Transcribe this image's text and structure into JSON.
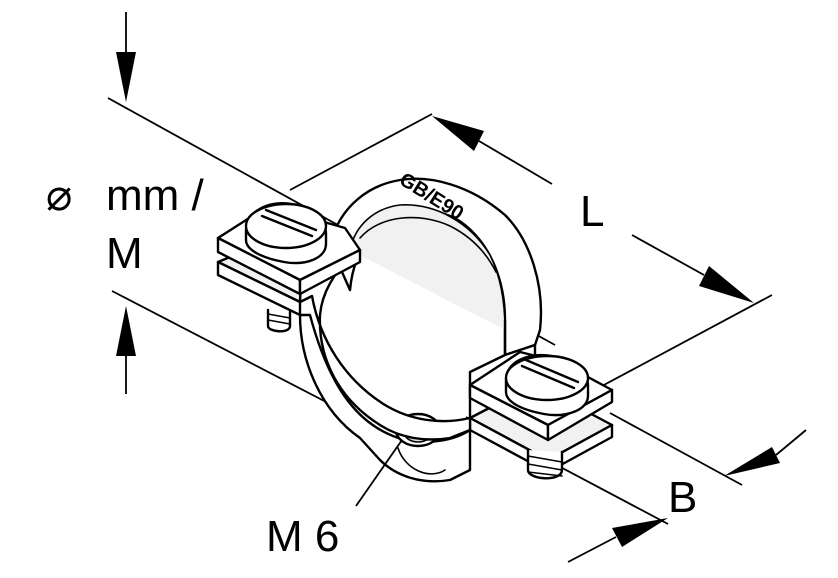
{
  "labels": {
    "diameter_symbol": "⌀",
    "diameter_text": "mm /",
    "diameter_sub": "M",
    "length": "L",
    "width": "B",
    "thread": "M 6",
    "embossing": "GB/E90"
  }
}
